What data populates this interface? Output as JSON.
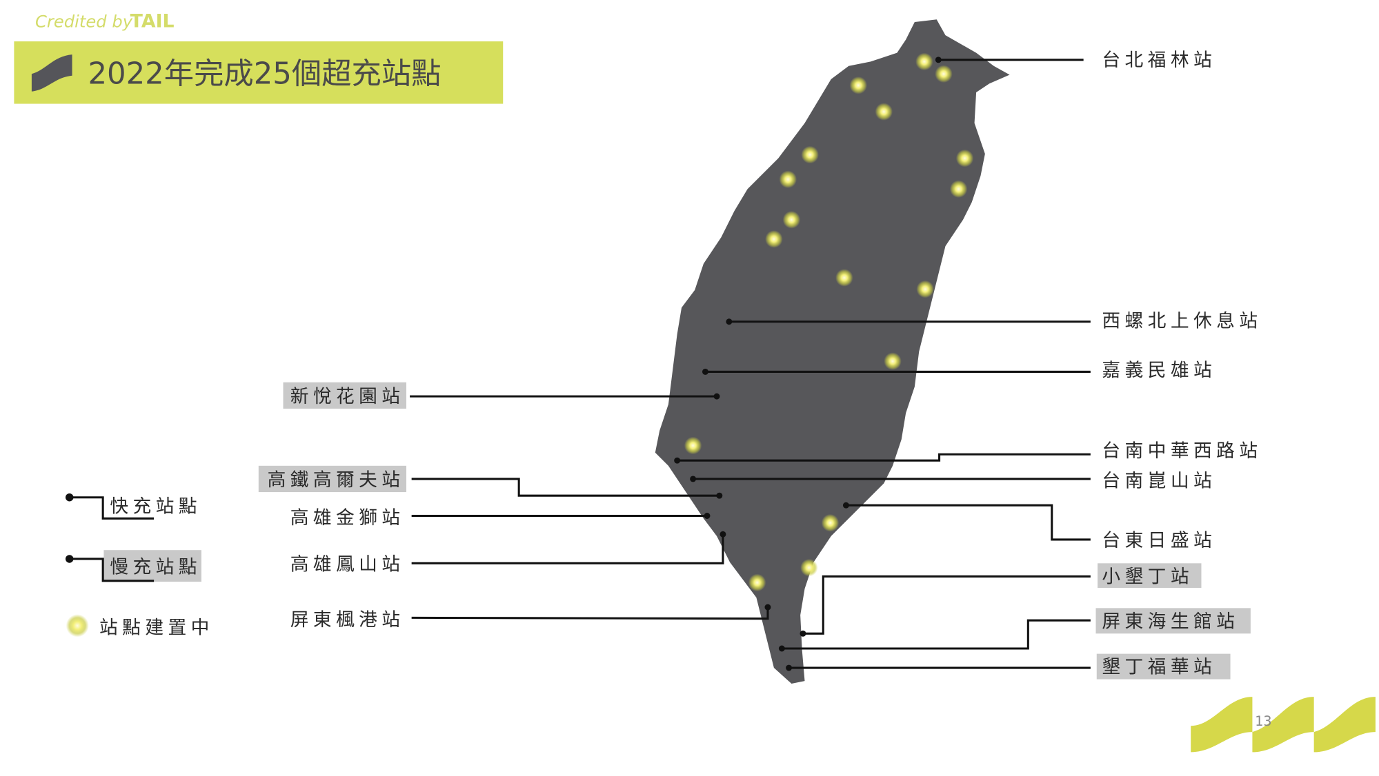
{
  "header": {
    "credit_text": "Credited by",
    "credit_logo": "TAIL",
    "title": "2022年完成25個超充站點"
  },
  "colors": {
    "accent": "#d6df5c",
    "map": "#57575a",
    "glow": "#f3f08a",
    "highlight": "#c9c9c9"
  },
  "legend": {
    "fast": "快充站點",
    "slow": "慢充站點",
    "building": "站點建置中"
  },
  "stations_right": [
    {
      "name": "台北福林站",
      "type": "fast"
    },
    {
      "name": "西螺北上休息站",
      "type": "fast"
    },
    {
      "name": "嘉義民雄站",
      "type": "fast"
    },
    {
      "name": "台南中華西路站",
      "type": "fast"
    },
    {
      "name": "台南崑山站",
      "type": "fast"
    },
    {
      "name": "台東日盛站",
      "type": "fast"
    },
    {
      "name": "小墾丁站",
      "type": "slow"
    },
    {
      "name": "屏東海生館站",
      "type": "slow"
    },
    {
      "name": "墾丁福華站",
      "type": "slow"
    }
  ],
  "stations_left": [
    {
      "name": "新悅花園站",
      "type": "slow"
    },
    {
      "name": "高鐵高爾夫站",
      "type": "slow"
    },
    {
      "name": "高雄金獅站",
      "type": "fast"
    },
    {
      "name": "高雄鳳山站",
      "type": "fast"
    },
    {
      "name": "屏東楓港站",
      "type": "fast"
    }
  ],
  "page_number": "13"
}
